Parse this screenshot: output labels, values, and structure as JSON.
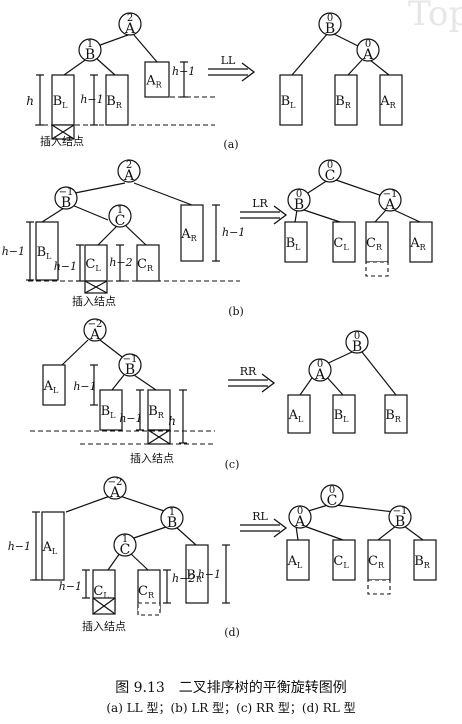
{
  "watermark": "Top",
  "figure": {
    "title": "图 9.13　二叉排序树的平衡旋转图例",
    "subtitle": "(a) LL 型；(b) LR 型；(c) RR 型；(d) RL 型"
  },
  "labels": {
    "h": "h",
    "h_minus_1": "h−1",
    "h_minus_2": "h−2",
    "insert_node": "插入结点"
  },
  "nodes": {
    "A": "A",
    "B": "B",
    "C": "C",
    "bf_2": "2",
    "bf_1": "1",
    "bf_0": "0",
    "bf_neg1": "−1",
    "bf_neg2": "−2"
  },
  "subtrees": {
    "AL": [
      "A",
      "L"
    ],
    "AR": [
      "A",
      "R"
    ],
    "BL": [
      "B",
      "L"
    ],
    "BR": [
      "B",
      "R"
    ],
    "CL": [
      "C",
      "L"
    ],
    "CR": [
      "C",
      "R"
    ]
  },
  "panels": [
    {
      "id": "a",
      "caption": "(a)",
      "rotation": "LL"
    },
    {
      "id": "b",
      "caption": "(b)",
      "rotation": "LR"
    },
    {
      "id": "c",
      "caption": "(c)",
      "rotation": "RR"
    },
    {
      "id": "d",
      "caption": "(d)",
      "rotation": "RL"
    }
  ]
}
